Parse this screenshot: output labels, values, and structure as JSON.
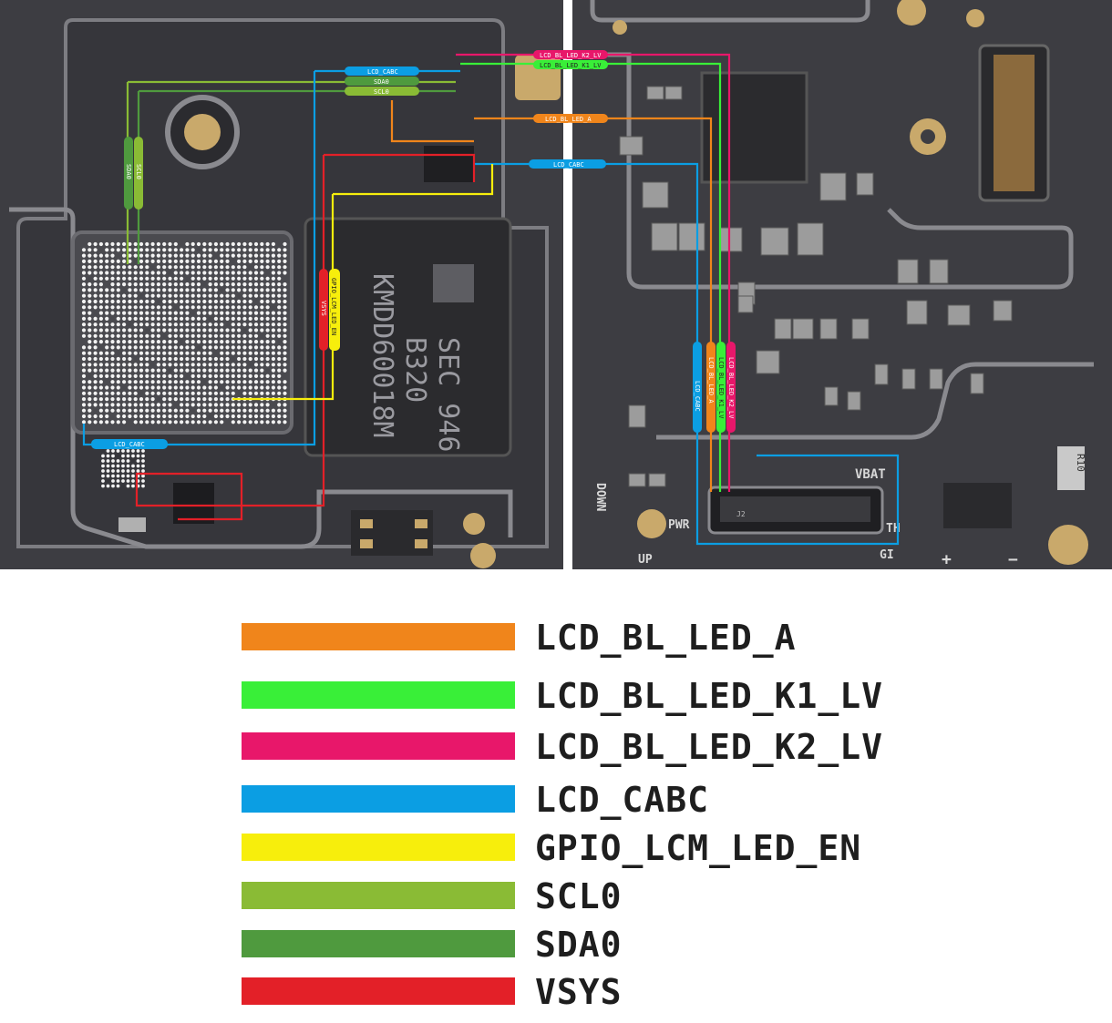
{
  "board": {
    "chip_markings": [
      "SEC 946",
      "B320",
      "KMDD60018M"
    ],
    "pcb_labels": {
      "vbat": "VBAT",
      "pwr": "PWR",
      "up": "UP",
      "down": "DOWN",
      "th": "TH",
      "gi": "GI",
      "plus": "+",
      "minus": "−",
      "conn_id": "J2",
      "resistor_code": "R10"
    },
    "net_tags": {
      "lcd_cabc_top": "LCD_CABC",
      "sda0_top": "SDA0",
      "scl0_top": "SCL0",
      "sda0_vert": "SDA0",
      "scl0_vert": "SCL0",
      "vsys_vert": "VSYS",
      "gpio_vert": "GPIO_LCM_LED_EN",
      "lcd_cabc_bottom": "LCD_CABC",
      "k2_top": "LCD_BL_LED_K2_LV",
      "k1_top": "LCD_BL_LED_K1_LV",
      "led_a_mid": "LCD_BL_LED_A",
      "lcd_cabc_mid": "LCD_CABC",
      "cabc_vert_right": "LCD_CABC",
      "led_a_vert_right": "LCD_BL_LED_A",
      "k1_vert_right": "LCD_BL_LED_K1_LV",
      "k2_vert_right": "LCD_BL_LED_K2_LV"
    }
  },
  "legend": [
    {
      "label": "LCD_BL_LED_A",
      "color": "#f0851b"
    },
    {
      "label": "LCD_BL_LED_K1_LV",
      "color": "#39ef38"
    },
    {
      "label": "LCD_BL_LED_K2_LV",
      "color": "#e8176a"
    },
    {
      "label": "LCD_CABC",
      "color": "#0b9ee3"
    },
    {
      "label": "GPIO_LCM_LED_EN",
      "color": "#f7ee0c"
    },
    {
      "label": "SCL0",
      "color": "#8abb35"
    },
    {
      "label": "SDA0",
      "color": "#4f9a3e"
    },
    {
      "label": "VSYS",
      "color": "#e32028"
    }
  ]
}
